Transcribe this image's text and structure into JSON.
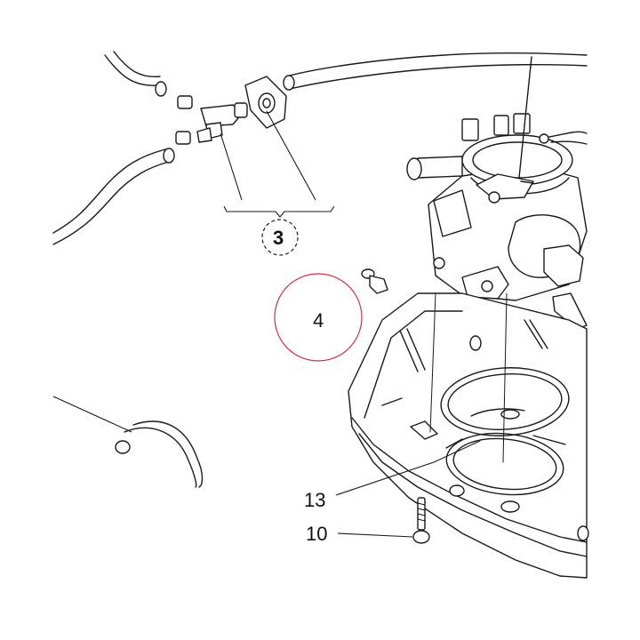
{
  "callouts": {
    "c3": "3",
    "c4": "4",
    "c13": "13",
    "c10": "10"
  },
  "colors": {
    "line": "#1a1a1a",
    "highlight_circle": "#cc3344"
  }
}
